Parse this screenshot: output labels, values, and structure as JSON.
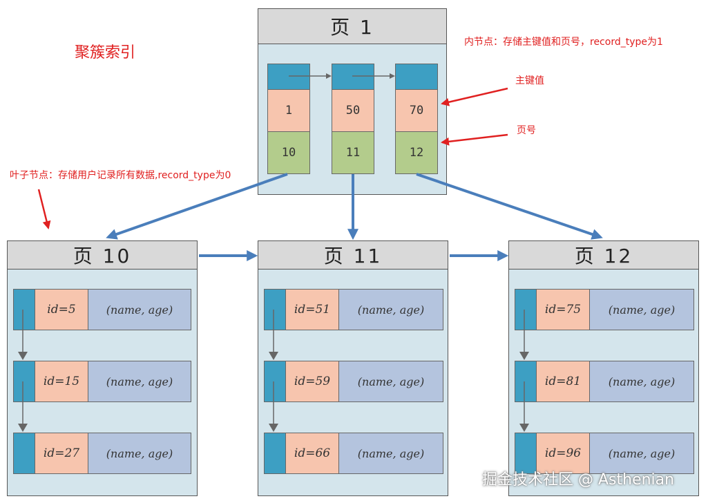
{
  "title": "聚簇索引",
  "annotations": {
    "internal_node": "内节点：存储主键值和页号，record_type为1",
    "primary_key": "主键值",
    "page_number": "页号",
    "leaf_node": "叶子节点：存储用户记录所有数据,record_type为0"
  },
  "root": {
    "header": "页 1",
    "keys": [
      "1",
      "50",
      "70"
    ],
    "pages": [
      "10",
      "11",
      "12"
    ]
  },
  "leaves": [
    {
      "header": "页 10",
      "records": [
        {
          "id": "id=5",
          "data": "(name, age)"
        },
        {
          "id": "id=15",
          "data": "(name, age)"
        },
        {
          "id": "id=27",
          "data": "(name, age)"
        }
      ]
    },
    {
      "header": "页 11",
      "records": [
        {
          "id": "id=51",
          "data": "(name, age)"
        },
        {
          "id": "id=59",
          "data": "(name, age)"
        },
        {
          "id": "id=66",
          "data": "(name, age)"
        }
      ]
    },
    {
      "header": "页 12",
      "records": [
        {
          "id": "id=75",
          "data": "(name, age)"
        },
        {
          "id": "id=81",
          "data": "(name, age)"
        },
        {
          "id": "id=96",
          "data": "(name, age)"
        }
      ]
    }
  ],
  "watermark": "掘金技术社区 @ Asthenian",
  "colors": {
    "annotation": "#e02020",
    "edge": "#4a7ebb",
    "pointer": "#666666"
  }
}
